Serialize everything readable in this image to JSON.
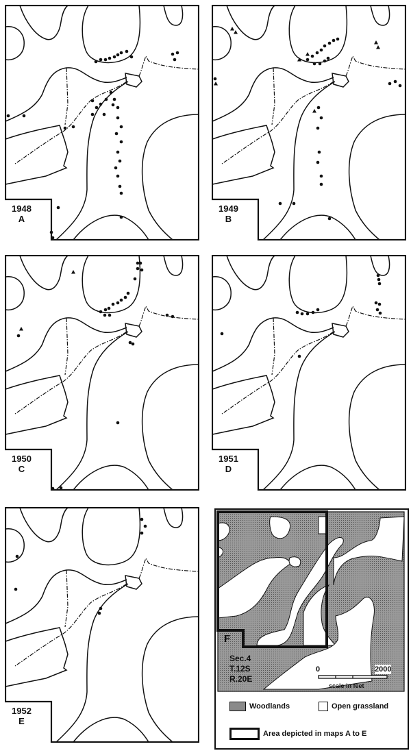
{
  "panels": [
    {
      "year": "1948",
      "letter": "A"
    },
    {
      "year": "1949",
      "letter": "B"
    },
    {
      "year": "1950",
      "letter": "C"
    },
    {
      "year": "1951",
      "letter": "D"
    },
    {
      "year": "1952",
      "letter": "E"
    }
  ],
  "panel_f": {
    "letter": "F",
    "section": "Sec.4",
    "township": "T.12S",
    "range": "R.20E",
    "scale_start": "0",
    "scale_end": "2000",
    "scale_label": "scale in feet"
  },
  "legend": {
    "woodlands": "Woodlands",
    "open_grassland": "Open grassland",
    "area_depicted": "Area depicted in maps A to E"
  },
  "colors": {
    "ink": "#111111",
    "woodland": "#8a8a8a",
    "paper": "#ffffff"
  }
}
